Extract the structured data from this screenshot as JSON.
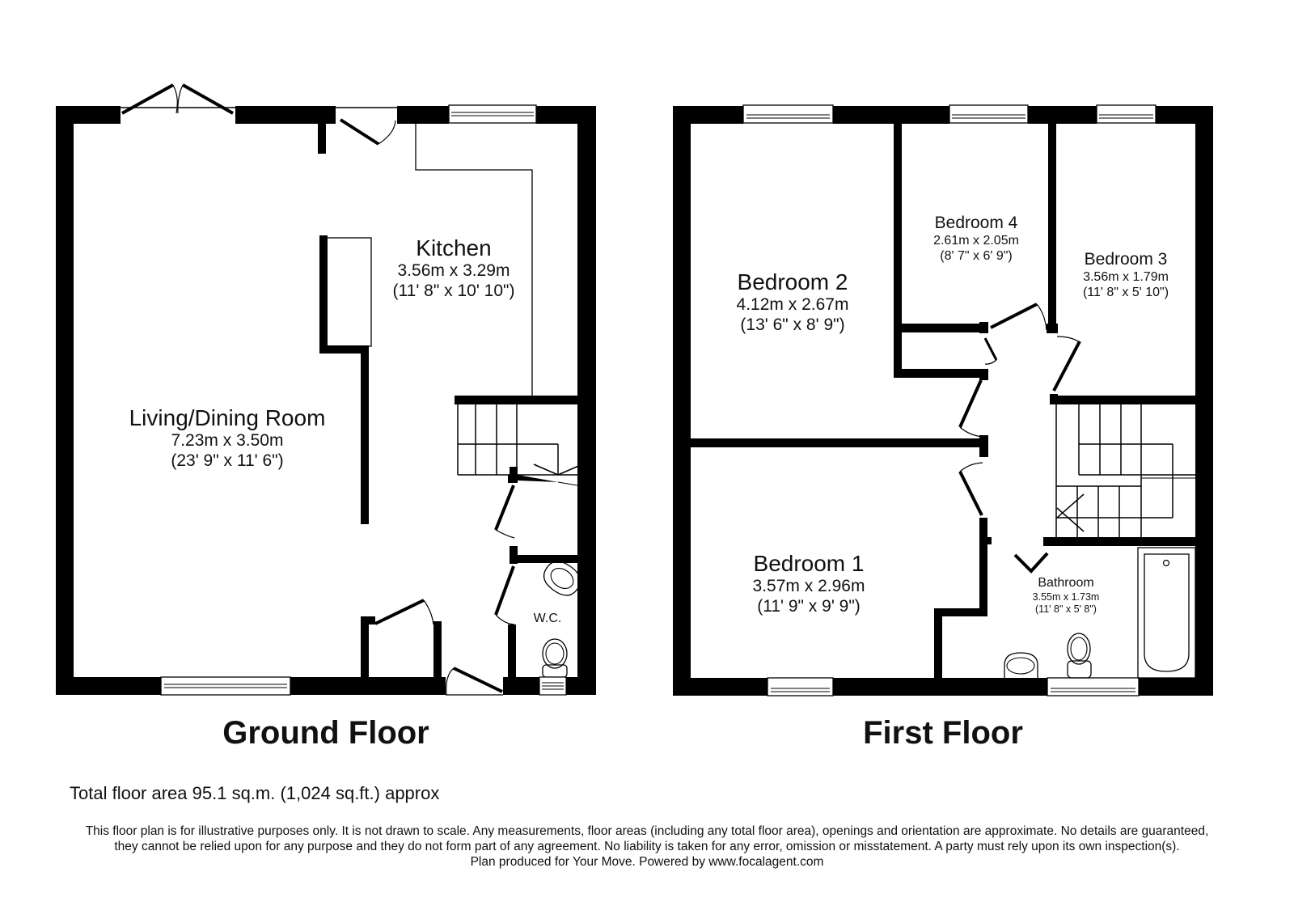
{
  "floors": [
    {
      "title": "Ground Floor",
      "rooms": [
        {
          "name": "Living/Dining Room",
          "metric": "7.23m x 3.50m",
          "imperial": "(23' 9\" x 11' 6\")"
        },
        {
          "name": "Kitchen",
          "metric": "3.56m x 3.29m",
          "imperial": "(11' 8\" x 10' 10\")"
        },
        {
          "name": "W.C."
        }
      ]
    },
    {
      "title": "First Floor",
      "rooms": [
        {
          "name": "Bedroom 2",
          "metric": "4.12m x 2.67m",
          "imperial": "(13' 6\" x 8' 9\")"
        },
        {
          "name": "Bedroom 4",
          "metric": "2.61m x 2.05m",
          "imperial": "(8' 7\" x 6' 9\")"
        },
        {
          "name": "Bedroom 3",
          "metric": "3.56m x 1.79m",
          "imperial": "(11' 8\" x 5' 10\")"
        },
        {
          "name": "Bedroom 1",
          "metric": "3.57m x 2.96m",
          "imperial": "(11' 9\" x 9' 9\")"
        },
        {
          "name": "Bathroom",
          "metric": "3.55m x 1.73m",
          "imperial": "(11' 8\" x 5' 8\")"
        }
      ]
    }
  ],
  "total_area": "Total floor area 95.1 sq.m. (1,024 sq.ft.) approx",
  "disclaimer": {
    "line1": "This floor plan is for illustrative purposes only. It is not drawn to scale. Any measurements, floor areas (including any total floor area), openings and orientation are approximate. No details are guaranteed,",
    "line2": "they cannot be relied upon for any purpose and they do not form part of any agreement. No liability is taken for any error, omission or misstatement. A party must rely upon its own inspection(s).",
    "line3": "Plan produced for Your Move. Powered by www.focalagent.com"
  },
  "colors": {
    "wall": "#000000",
    "background": "#ffffff"
  }
}
